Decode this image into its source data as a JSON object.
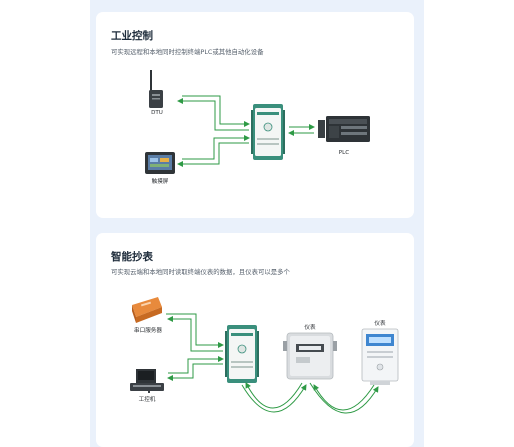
{
  "sections": [
    {
      "title": "工业控制",
      "subtitle": "可实现远程和本地同时控制终端PLC或其他自动化设备",
      "labels": {
        "dtu": "DTU",
        "touchscreen": "触摸屏",
        "plc": "PLC"
      }
    },
    {
      "title": "智能抄表",
      "subtitle": "可实现云端和本地同时读取终端仪表的数据，且仪表可以是多个",
      "labels": {
        "serial_server": "串口服务器",
        "ipc": "工控机",
        "meter1": "仪表",
        "meter2": "仪表"
      }
    }
  ],
  "colors": {
    "arrow": "#2e9a45",
    "module": "#3a8f7c",
    "page_bg": "#eaf1fb",
    "title": "#1d2b3a"
  }
}
